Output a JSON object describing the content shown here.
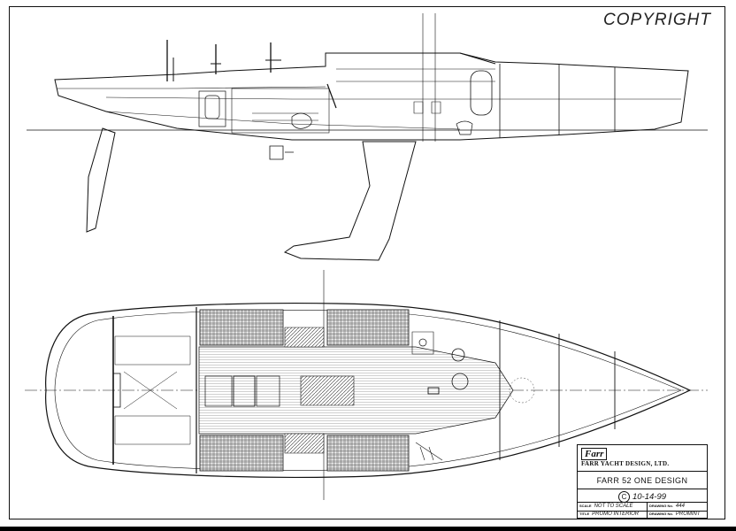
{
  "drawing": {
    "watermark": "COPYRIGHT"
  },
  "title_block": {
    "logo": "Farr",
    "firm": "FARR YACHT DESIGN, LTD.",
    "design_name": "FARR 52 ONE DESIGN",
    "copyright_symbol": "C",
    "date": "10-14-99",
    "scale_tag": "SCALE",
    "scale": "NOT TO SCALE",
    "title_tag": "TITLE",
    "title": "PROMO INTERIOR",
    "number_tag": "DRAWING No.",
    "number": "444",
    "drawing_tag": "DRAWING No.",
    "drawing_id": "PROMINT"
  },
  "colors": {
    "ink": "#111111",
    "paper": "#ffffff",
    "frame": "#000000"
  }
}
